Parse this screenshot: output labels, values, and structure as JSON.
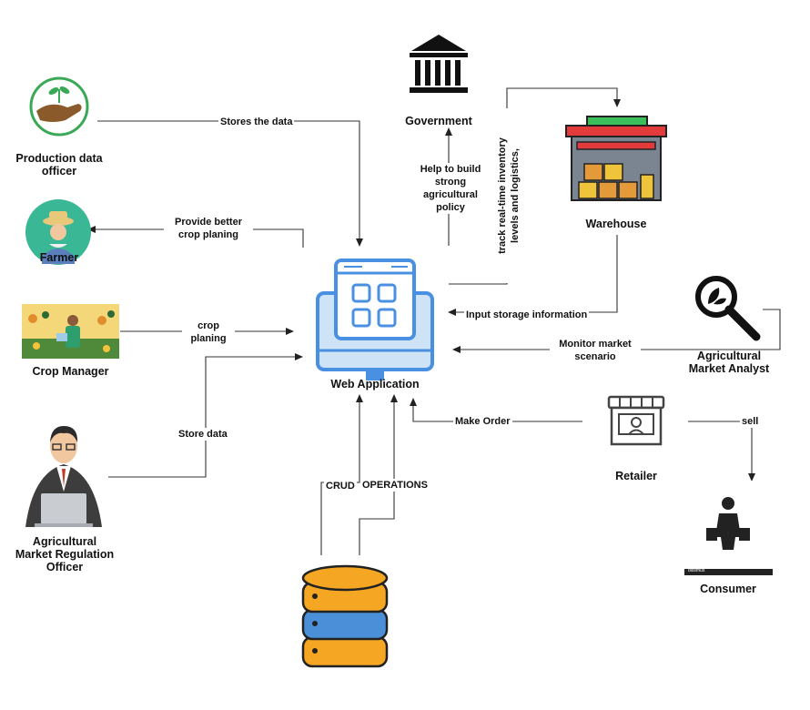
{
  "nodes": {
    "production_officer": "Production data\nofficer",
    "farmer": "Farmer",
    "crop_manager": "Crop Manager",
    "market_regulation_officer": "Agricultural\nMarket Regulation\nOfficer",
    "government": "Government",
    "warehouse": "Warehouse",
    "market_analyst": "Agricultural\nMarket Analyst",
    "web_application": "Web Application",
    "retailer": "Retailer",
    "consumer": "Consumer"
  },
  "edges": {
    "stores_the_data": "Stores the data",
    "provide_better": "Provide better\ncrop planing",
    "crop_planing": "crop\nplaning",
    "store_data": "Store data",
    "help_build_policy": "Help to build\nstrong\nagricultural\npolicy",
    "track_inventory": "track real-time inventory\nlevels and logistics,",
    "input_storage": "Input storage information",
    "monitor_market": "Monitor market\nscenario",
    "make_order": "Make Order",
    "sell": "sell",
    "crud": "CRUD",
    "operations": "OPERATIONS"
  },
  "image_text": {
    "consumer_logo": "dissmus"
  },
  "colors": {
    "line": "#333333",
    "webapp_blue": "#4a90e2",
    "webapp_light": "#cfe3f7",
    "db_orange": "#f5a623",
    "db_blue": "#4a8fd8"
  }
}
